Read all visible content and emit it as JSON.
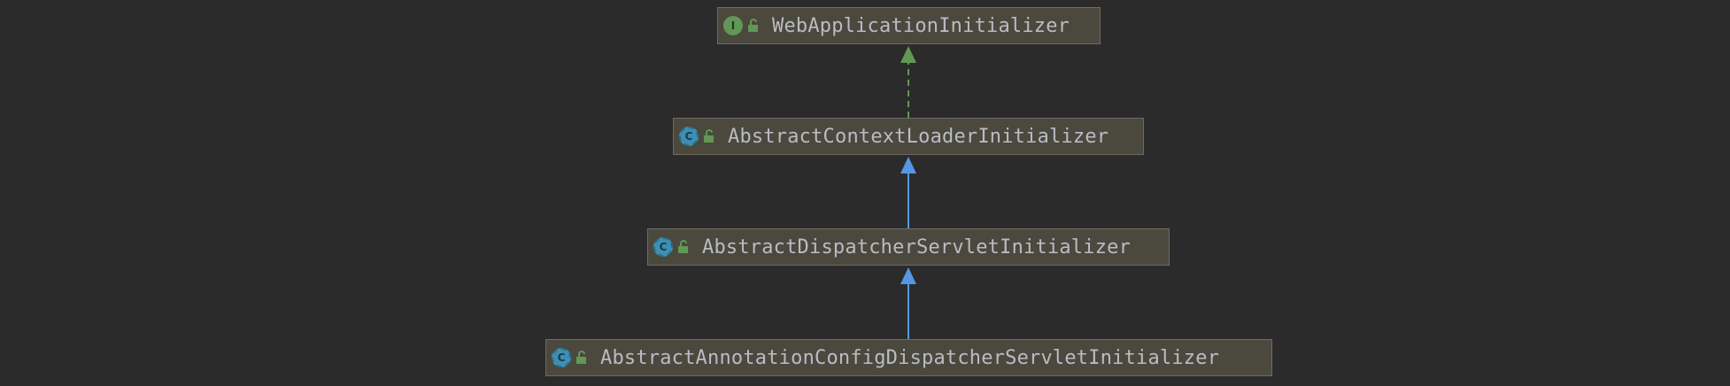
{
  "diagram": {
    "nodes": [
      {
        "label": "WebApplicationInitializer",
        "kind": "interface",
        "kind_letter": "I",
        "icon": "interface-icon"
      },
      {
        "label": "AbstractContextLoaderInitializer",
        "kind": "abstract-class",
        "kind_letter": "C",
        "icon": "abstract-class-icon"
      },
      {
        "label": "AbstractDispatcherServletInitializer",
        "kind": "abstract-class",
        "kind_letter": "C",
        "icon": "abstract-class-icon"
      },
      {
        "label": "AbstractAnnotationConfigDispatcherServletInitializer",
        "kind": "abstract-class",
        "kind_letter": "C",
        "icon": "abstract-class-icon"
      }
    ],
    "edges": [
      {
        "from": "AbstractContextLoaderInitializer",
        "to": "WebApplicationInitializer",
        "relation": "implements",
        "style": "dashed",
        "color": "#629755"
      },
      {
        "from": "AbstractDispatcherServletInitializer",
        "to": "AbstractContextLoaderInitializer",
        "relation": "extends",
        "style": "solid",
        "color": "#5796e0"
      },
      {
        "from": "AbstractAnnotationConfigDispatcherServletInitializer",
        "to": "AbstractDispatcherServletInitializer",
        "relation": "extends",
        "style": "solid",
        "color": "#5796e0"
      }
    ],
    "colors": {
      "background": "#2b2b2b",
      "node_fill": "#4b483e",
      "node_border": "#6e6b62",
      "text": "#b9bcc3",
      "interface_icon": "#629755",
      "class_icon": "#3d8fb3",
      "public_lock": "#629755"
    }
  }
}
